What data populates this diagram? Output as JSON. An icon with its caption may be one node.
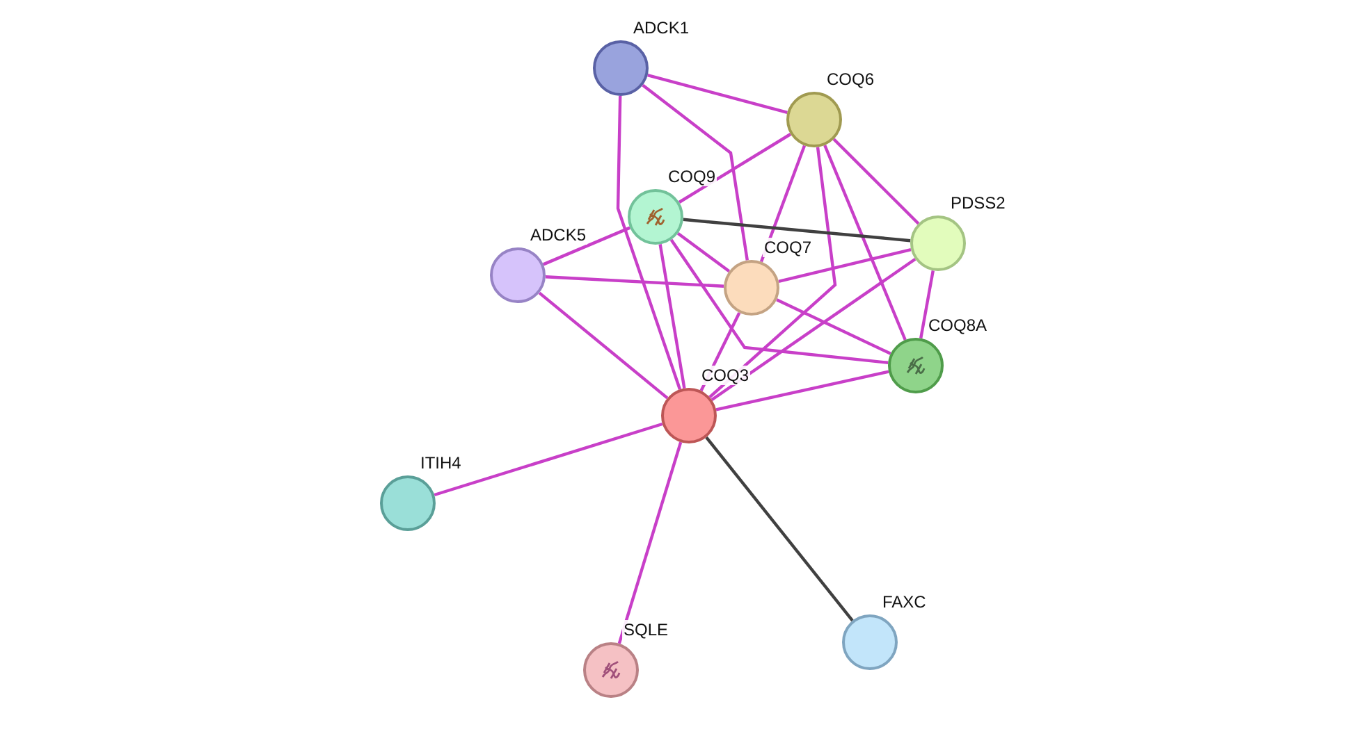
{
  "diagram": {
    "nodes": [
      {
        "text": [
          "ADCK1"
        ]
      },
      {
        "text": [
          "COQ6"
        ]
      },
      {
        "text": [
          "COQ9"
        ]
      },
      {
        "text": [
          "PDSS2"
        ]
      },
      {
        "text": [
          "ADCK5"
        ]
      },
      {
        "text": [
          "COQ7"
        ]
      },
      {
        "text": [
          "COQ8A"
        ]
      },
      {
        "text": [
          "COQ3"
        ]
      },
      {
        "text": [
          "ITIH4"
        ]
      },
      {
        "text": [
          "FAXC"
        ]
      },
      {
        "text": [
          "SQLE"
        ]
      }
    ],
    "edges": [
      {
        "from": 0,
        "to": 1,
        "arrow": "none"
      },
      {
        "from": 0,
        "to": 7,
        "arrow": "none"
      },
      {
        "from": 0,
        "to": 5,
        "arrow": "none"
      },
      {
        "from": 1,
        "to": 2,
        "arrow": "none"
      },
      {
        "from": 1,
        "to": 5,
        "arrow": "none"
      },
      {
        "from": 1,
        "to": 7,
        "arrow": "none"
      },
      {
        "from": 1,
        "to": 3,
        "arrow": "none"
      },
      {
        "from": 1,
        "to": 6,
        "arrow": "none"
      },
      {
        "from": 2,
        "to": 4,
        "arrow": "none"
      },
      {
        "from": 2,
        "to": 3,
        "arrow": "none",
        "color": "#404040"
      },
      {
        "from": 2,
        "to": 5,
        "arrow": "none"
      },
      {
        "from": 2,
        "to": 6,
        "arrow": "none"
      },
      {
        "from": 2,
        "to": 7,
        "arrow": "none"
      },
      {
        "from": 4,
        "to": 5,
        "arrow": "none"
      },
      {
        "from": 4,
        "to": 7,
        "arrow": "none"
      },
      {
        "from": 5,
        "to": 3,
        "arrow": "none"
      },
      {
        "from": 5,
        "to": 6,
        "arrow": "none"
      },
      {
        "from": 5,
        "to": 7,
        "arrow": "none"
      },
      {
        "from": 3,
        "to": 7,
        "arrow": "none"
      },
      {
        "from": 3,
        "to": 6,
        "arrow": "none"
      },
      {
        "from": 6,
        "to": 7,
        "arrow": "none"
      },
      {
        "from": 7,
        "to": 8,
        "arrow": "none"
      },
      {
        "from": 7,
        "to": 10,
        "arrow": "none"
      },
      {
        "from": 7,
        "to": 9,
        "arrow": "none",
        "color": "#404040"
      }
    ]
  }
}
